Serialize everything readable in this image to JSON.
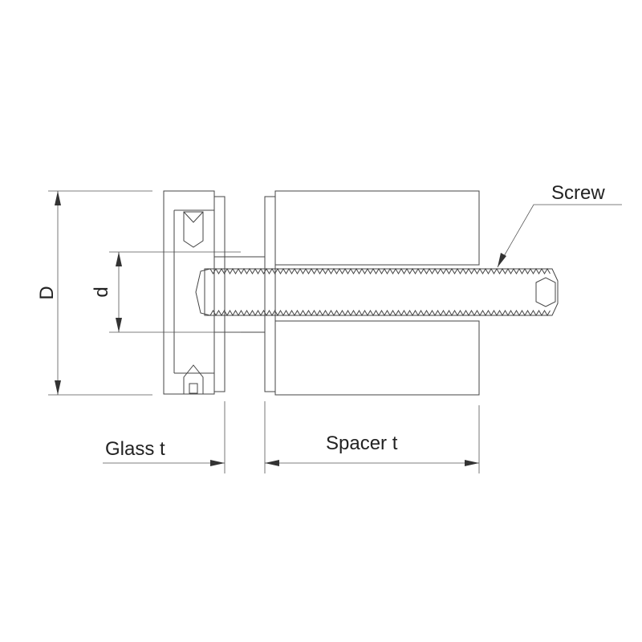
{
  "labels": {
    "outer_diameter": "D",
    "inner_diameter": "d",
    "glass_thickness": "Glass t",
    "spacer_thickness": "Spacer t",
    "screw": "Screw"
  },
  "colors": {
    "line": "#444444",
    "background": "#ffffff"
  }
}
